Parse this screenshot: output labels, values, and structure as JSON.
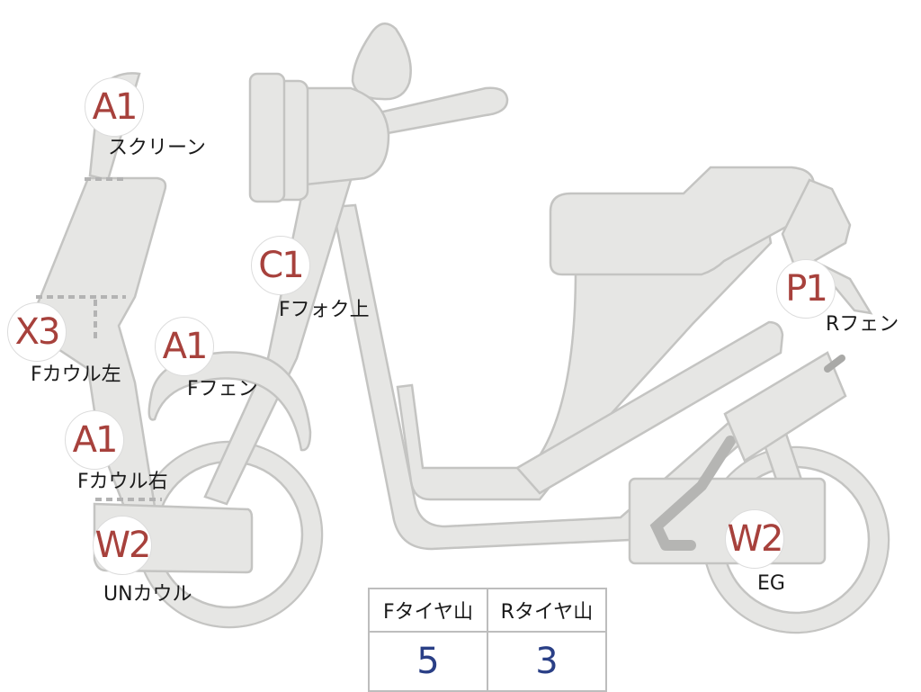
{
  "markers": [
    {
      "code": "A1",
      "label": "スクリーン"
    },
    {
      "code": "X3",
      "label": "Fカウル左"
    },
    {
      "code": "A1",
      "label": "Fカウル右"
    },
    {
      "code": "W2",
      "label": "UNカウル"
    },
    {
      "code": "C1",
      "label": "Fフォク上"
    },
    {
      "code": "A1",
      "label": "Fフェン"
    },
    {
      "code": "P1",
      "label": "Rフェン"
    },
    {
      "code": "W2",
      "label": "EG"
    }
  ],
  "tread_table": {
    "headers": [
      "Fタイヤ山",
      "Rタイヤ山"
    ],
    "values": [
      "5",
      "3"
    ]
  },
  "colors": {
    "part_fill": "#e6e6e4",
    "part_outline": "#c4c4c2",
    "badge_text": "#a7413c",
    "value_text": "#2a3f86"
  }
}
